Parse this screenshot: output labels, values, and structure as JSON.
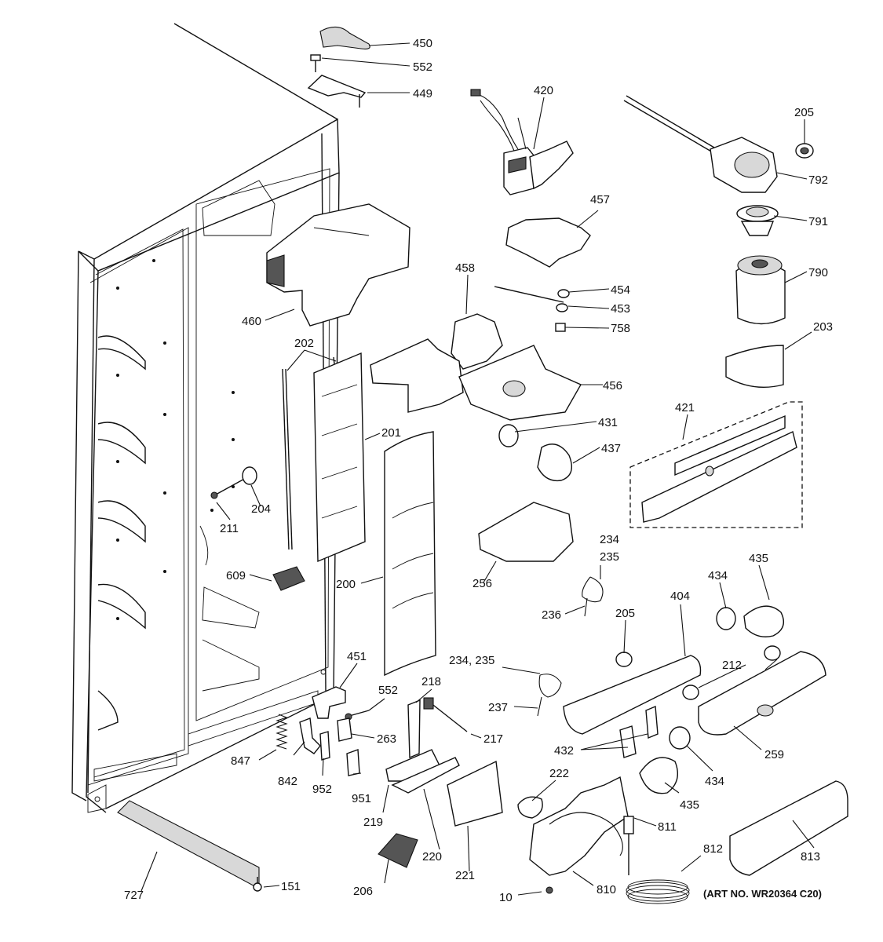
{
  "diagram": {
    "art_number": "(ART NO. WR20364 C20)",
    "callouts": [
      {
        "id": "c450",
        "text": "450"
      },
      {
        "id": "c552a",
        "text": "552"
      },
      {
        "id": "c449",
        "text": "449"
      },
      {
        "id": "c420",
        "text": "420"
      },
      {
        "id": "c205a",
        "text": "205"
      },
      {
        "id": "c792",
        "text": "792"
      },
      {
        "id": "c791",
        "text": "791"
      },
      {
        "id": "c790",
        "text": "790"
      },
      {
        "id": "c457",
        "text": "457"
      },
      {
        "id": "c458",
        "text": "458"
      },
      {
        "id": "c454",
        "text": "454"
      },
      {
        "id": "c453",
        "text": "453"
      },
      {
        "id": "c758",
        "text": "758"
      },
      {
        "id": "c203",
        "text": "203"
      },
      {
        "id": "c460",
        "text": "460"
      },
      {
        "id": "c202",
        "text": "202"
      },
      {
        "id": "c456",
        "text": "456"
      },
      {
        "id": "c421",
        "text": "421"
      },
      {
        "id": "c201",
        "text": "201"
      },
      {
        "id": "c431",
        "text": "431"
      },
      {
        "id": "c437",
        "text": "437"
      },
      {
        "id": "c211",
        "text": "211"
      },
      {
        "id": "c204",
        "text": "204"
      },
      {
        "id": "c234a",
        "text": "234"
      },
      {
        "id": "c235a",
        "text": "235"
      },
      {
        "id": "c609",
        "text": "609"
      },
      {
        "id": "c200",
        "text": "200"
      },
      {
        "id": "c256",
        "text": "256"
      },
      {
        "id": "c434a",
        "text": "434"
      },
      {
        "id": "c435a",
        "text": "435"
      },
      {
        "id": "c236",
        "text": "236"
      },
      {
        "id": "c205b",
        "text": "205"
      },
      {
        "id": "c404",
        "text": "404"
      },
      {
        "id": "c451",
        "text": "451"
      },
      {
        "id": "c234b",
        "text": "234, 235"
      },
      {
        "id": "c212",
        "text": "212"
      },
      {
        "id": "c218",
        "text": "218"
      },
      {
        "id": "c552b",
        "text": "552"
      },
      {
        "id": "c237",
        "text": "237"
      },
      {
        "id": "c263",
        "text": "263"
      },
      {
        "id": "c217",
        "text": "217"
      },
      {
        "id": "c432",
        "text": "432"
      },
      {
        "id": "c259",
        "text": "259"
      },
      {
        "id": "c847",
        "text": "847"
      },
      {
        "id": "c434b",
        "text": "434"
      },
      {
        "id": "c222",
        "text": "222"
      },
      {
        "id": "c842",
        "text": "842"
      },
      {
        "id": "c952",
        "text": "952"
      },
      {
        "id": "c951",
        "text": "951"
      },
      {
        "id": "c435b",
        "text": "435"
      },
      {
        "id": "c219",
        "text": "219"
      },
      {
        "id": "c811",
        "text": "811"
      },
      {
        "id": "c220",
        "text": "220"
      },
      {
        "id": "c812",
        "text": "812"
      },
      {
        "id": "c221",
        "text": "221"
      },
      {
        "id": "c813",
        "text": "813"
      },
      {
        "id": "c727",
        "text": "727"
      },
      {
        "id": "c151",
        "text": "151"
      },
      {
        "id": "c206",
        "text": "206"
      },
      {
        "id": "c10",
        "text": "10"
      },
      {
        "id": "c810",
        "text": "810"
      }
    ]
  }
}
